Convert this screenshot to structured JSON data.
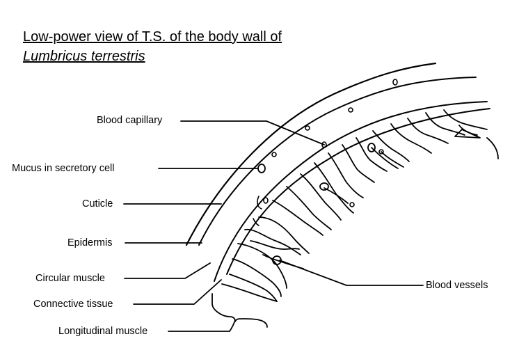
{
  "title": {
    "line1": "Low-power view of T.S. of the body wall of",
    "line2": "Lumbricus terrestris"
  },
  "labels": {
    "blood_capillary": "Blood capillary",
    "mucus": "Mucus in secretory cell",
    "cuticle": "Cuticle",
    "epidermis": "Epidermis",
    "circular_muscle": "Circular muscle",
    "connective_tissue": "Connective tissue",
    "longitudinal_muscle": "Longitudinal muscle",
    "blood_vessels": "Blood vessels"
  }
}
